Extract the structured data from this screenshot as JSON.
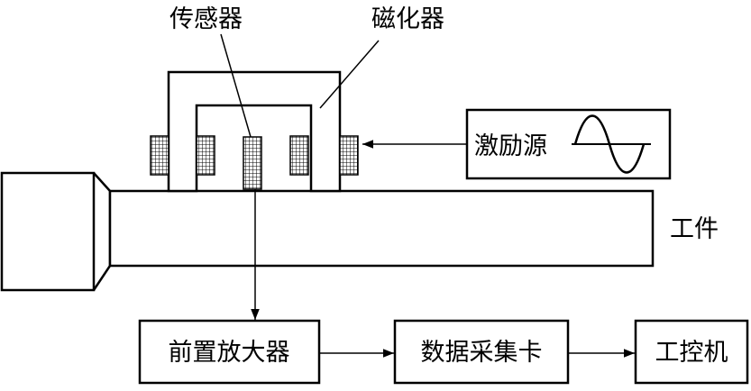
{
  "labels": {
    "sensor": "传感器",
    "magnetizer": "磁化器",
    "excitation_source": "激励源",
    "workpiece": "工件",
    "preamplifier": "前置放大器",
    "daq_card": "数据采集卡",
    "ipc": "工控机"
  },
  "colors": {
    "line": "#000000",
    "background": "#ffffff"
  }
}
